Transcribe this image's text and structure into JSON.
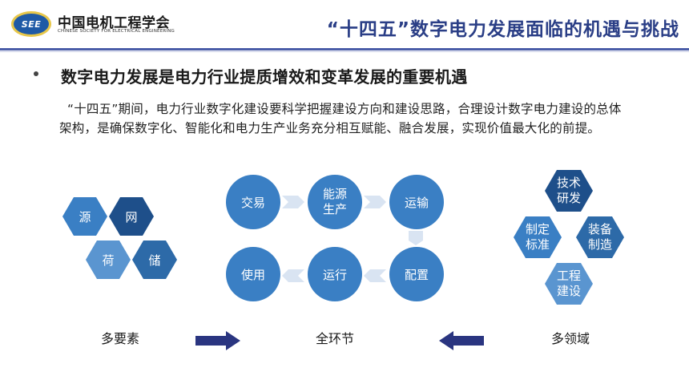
{
  "header": {
    "logo_text": "SEE",
    "org_name_cn": "中国电机工程学会",
    "org_name_en": "CHINESE SOCIETY FOR ELECTRICAL ENGINEERING",
    "slide_title": "“十四五”数字电力发展面临的机遇与挑战"
  },
  "body": {
    "heading": "数字电力发展是电力行业提质增效和变革发展的重要机遇",
    "paragraph_line1": "“十四五”期间，电力行业数字化建设要科学把握建设方向和建设思路，合理设计数字电力建设的总体",
    "paragraph_line2": "架构，是确保数字化、智能化和电力生产业务充分相互赋能、融合发展，实现价值最大化的前提。"
  },
  "left_hexes": {
    "items": [
      "源",
      "网",
      "荷",
      "储"
    ],
    "caption": "多要素"
  },
  "center_cycle": {
    "nodes": [
      "交易",
      "能源\n生产",
      "运输",
      "配置",
      "运行",
      "使用"
    ],
    "caption": "全环节"
  },
  "right_hexes": {
    "items": [
      "技术\n研发",
      "制定\n标准",
      "装备\n制造",
      "工程\n建设"
    ],
    "caption": "多领域"
  },
  "colors": {
    "title_blue": "#2a3e86",
    "hex_mid": "#3a7fc4",
    "hex_dark": "#1e4f8a",
    "hex_light": "#5a95d0",
    "arrow_navy": "#2a3580"
  }
}
